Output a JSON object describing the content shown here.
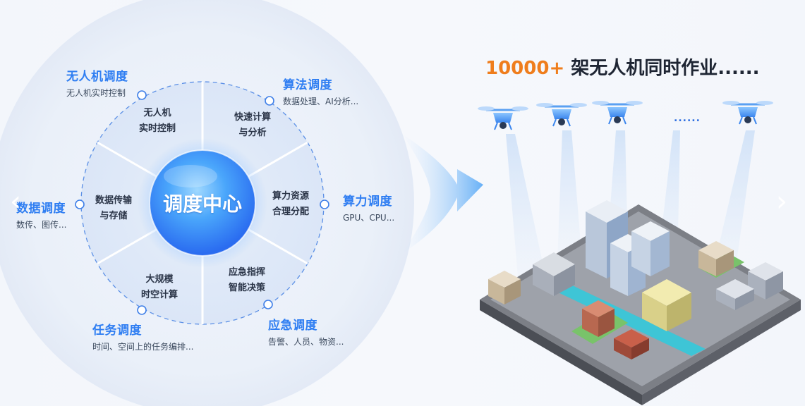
{
  "hub": {
    "center_label": "调度中心",
    "nodes": [
      {
        "title": "无人机调度",
        "subtitle": "无人机实时控制"
      },
      {
        "title": "算法调度",
        "subtitle": "数据处理、AI分析..."
      },
      {
        "title": "算力调度",
        "subtitle": "GPU、CPU..."
      },
      {
        "title": "应急调度",
        "subtitle": "告警、人员、物资..."
      },
      {
        "title": "任务调度",
        "subtitle": "时间、空间上的任务编排..."
      },
      {
        "title": "数据调度",
        "subtitle": "数传、图传..."
      }
    ],
    "segments": [
      {
        "line1": "无人机",
        "line2": "实时控制"
      },
      {
        "line1": "快速计算",
        "line2": "与分析"
      },
      {
        "line1": "算力资源",
        "line2": "合理分配"
      },
      {
        "line1": "应急指挥",
        "line2": "智能决策"
      },
      {
        "line1": "大规模",
        "line2": "时空计算"
      },
      {
        "line1": "数据传输",
        "line2": "与存储"
      }
    ]
  },
  "headline": {
    "number": "10000+",
    "text": " 架无人机同时作业......"
  },
  "drones": {
    "ellipsis": "......"
  },
  "navigation": {
    "prev_glyph": "‹",
    "next_glyph": "›"
  },
  "colors": {
    "accent_blue": "#2f7ef2",
    "accent_orange": "#ef7d1c",
    "text_dark": "#1e2533"
  }
}
